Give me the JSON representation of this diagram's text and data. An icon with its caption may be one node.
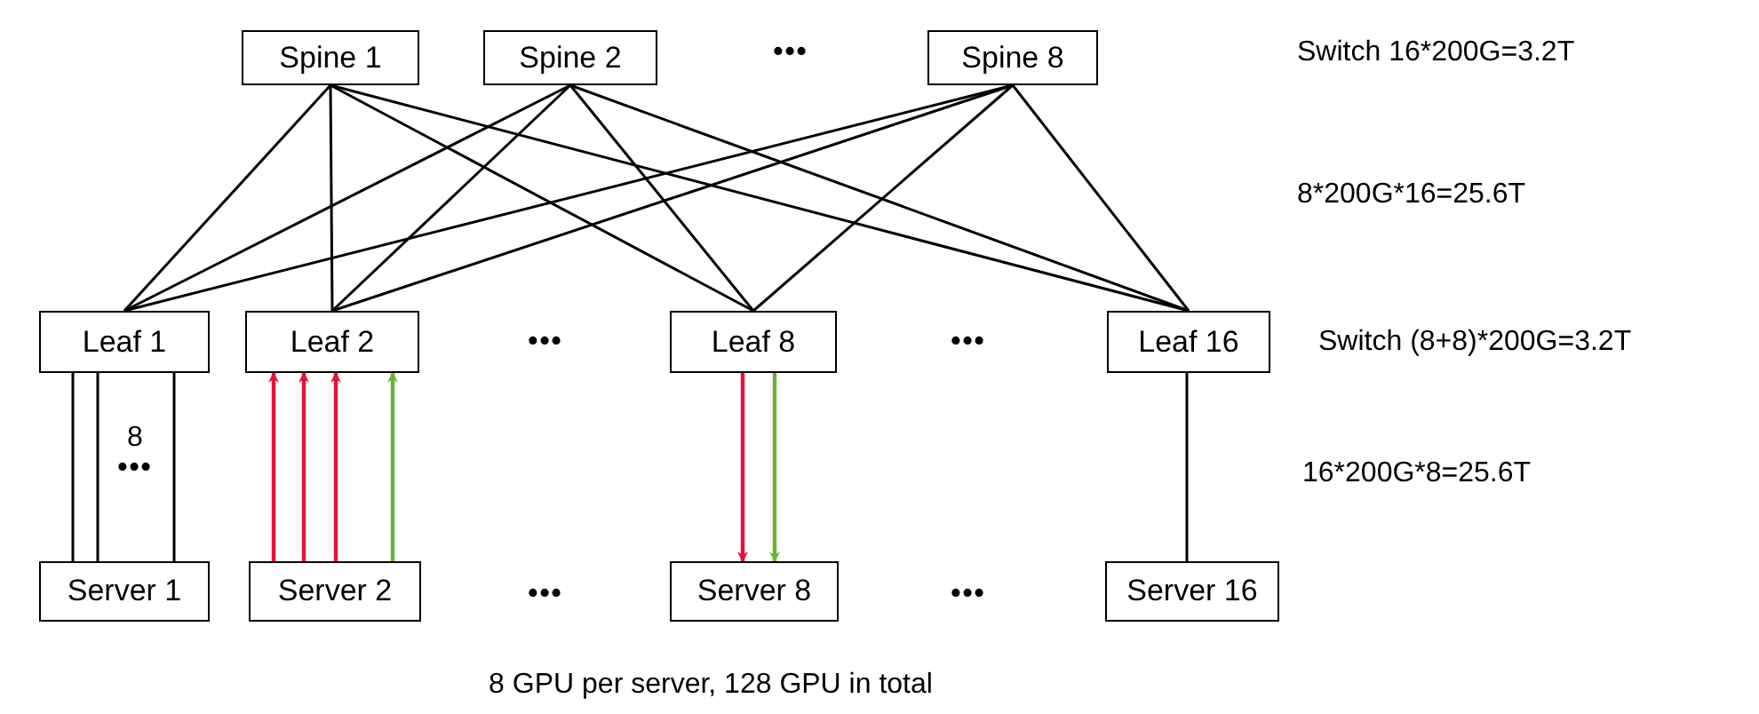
{
  "diagram": {
    "caption": "8 GPU per server, 128 GPU in total",
    "nodes": [
      {
        "text": [
          "Spine 1"
        ]
      },
      {
        "text": [
          "Spine 2"
        ]
      },
      {
        "text": [
          "Spine 8"
        ]
      },
      {
        "text": [
          "Leaf 1"
        ]
      },
      {
        "text": [
          "Leaf 2"
        ]
      },
      {
        "text": [
          "Leaf 8"
        ]
      },
      {
        "text": [
          "Leaf 16"
        ]
      },
      {
        "text": [
          "Server 1"
        ]
      },
      {
        "text": [
          "Server 2"
        ]
      },
      {
        "text": [
          "Server 8"
        ]
      },
      {
        "text": [
          "Server 16"
        ]
      }
    ],
    "edges": [
      {
        "from": 0,
        "to": 3,
        "arrow": "none"
      },
      {
        "from": 0,
        "to": 4,
        "arrow": "none"
      },
      {
        "from": 0,
        "to": 5,
        "arrow": "none"
      },
      {
        "from": 0,
        "to": 6,
        "arrow": "none"
      },
      {
        "from": 1,
        "to": 3,
        "arrow": "none"
      },
      {
        "from": 1,
        "to": 4,
        "arrow": "none"
      },
      {
        "from": 1,
        "to": 5,
        "arrow": "none"
      },
      {
        "from": 1,
        "to": 6,
        "arrow": "none"
      },
      {
        "from": 2,
        "to": 3,
        "arrow": "none"
      },
      {
        "from": 2,
        "to": 4,
        "arrow": "none"
      },
      {
        "from": 2,
        "to": 5,
        "arrow": "none"
      },
      {
        "from": 2,
        "to": 6,
        "arrow": "none"
      },
      {
        "from": 3,
        "to": 7,
        "arrow": "none"
      },
      {
        "from": 3,
        "to": 7,
        "arrow": "none"
      },
      {
        "from": 3,
        "to": 7,
        "arrow": "none"
      },
      {
        "from": 8,
        "to": 4,
        "arrow": "to",
        "color": "#e8103a"
      },
      {
        "from": 8,
        "to": 4,
        "arrow": "to",
        "color": "#e8103a"
      },
      {
        "from": 8,
        "to": 4,
        "arrow": "to",
        "color": "#e8103a"
      },
      {
        "from": 8,
        "to": 4,
        "arrow": "to",
        "color": "#6ab33a"
      },
      {
        "from": 5,
        "to": 9,
        "arrow": "to",
        "color": "#e8103a"
      },
      {
        "from": 5,
        "to": 9,
        "arrow": "to",
        "color": "#6ab33a"
      },
      {
        "from": 6,
        "to": 10,
        "arrow": "none"
      }
    ],
    "labels": [
      "•••",
      "Switch 16*200G=3.2T",
      "8*200G*16=25.6T",
      "•••",
      "•••",
      "Switch (8+8)*200G=3.2T",
      "8",
      "•••",
      "16*200G*8=25.6T",
      "•••",
      "•••"
    ]
  }
}
